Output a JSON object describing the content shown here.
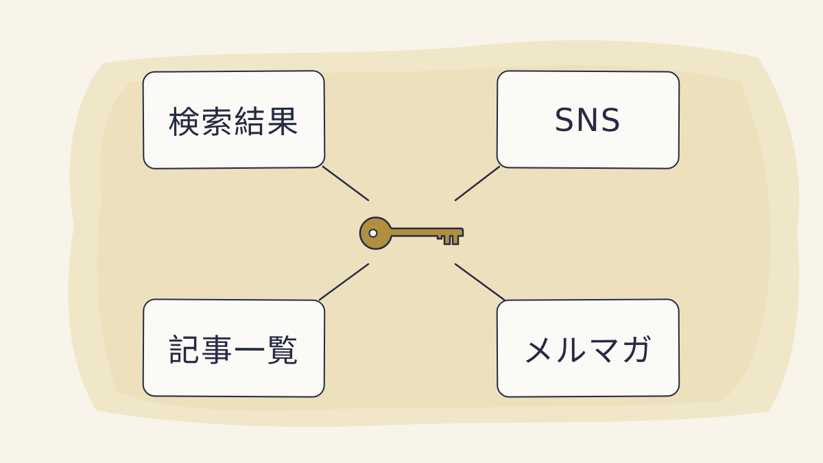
{
  "diagram": {
    "center": {
      "icon": "key-icon",
      "color": "#b08f3e"
    },
    "nodes": {
      "top_left": {
        "label": "検索結果"
      },
      "top_right": {
        "label": "SNS"
      },
      "bottom_left": {
        "label": "記事一覧"
      },
      "bottom_right": {
        "label": "メルマガ"
      }
    }
  },
  "colors": {
    "background": "#f8f4ea",
    "wash": "#eee2bf",
    "ink": "#262a44",
    "card": "#fbfaf6"
  }
}
